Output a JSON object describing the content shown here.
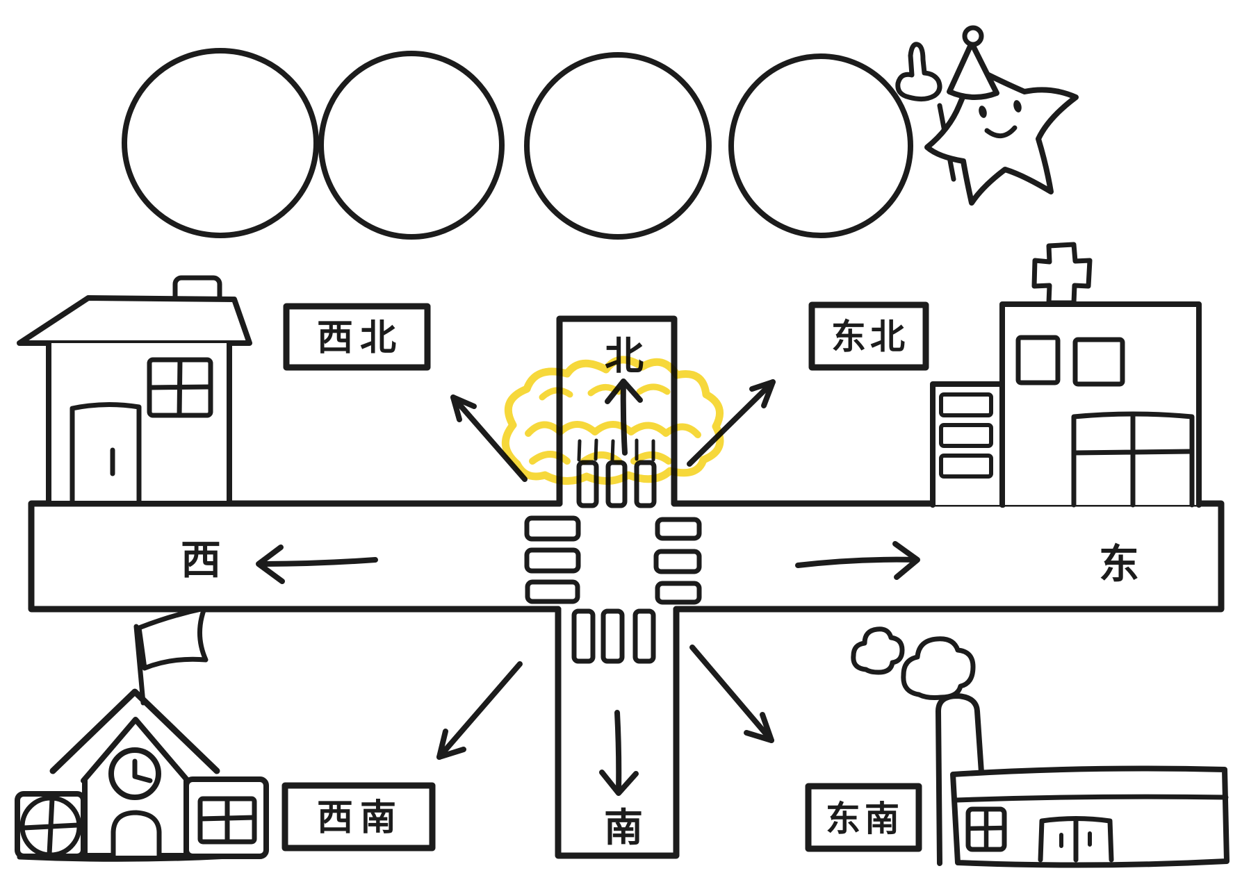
{
  "colors": {
    "ink": "#1c1c1c",
    "highlight_yellow": "#f6d52a",
    "paper": "#ffffff"
  },
  "compass_labels": {
    "north": "北",
    "south": "南",
    "west": "西",
    "east": "东"
  },
  "corner_signs": {
    "northwest": "西北",
    "northeast": "东北",
    "southwest": "西南",
    "southeast": "东南"
  },
  "answer_circles": {
    "count": 4,
    "content": ""
  },
  "icons": {
    "mascot": "star-teacher-icon",
    "northwest_building": "house-icon",
    "northeast_building": "hospital-icon",
    "southwest_building": "school-icon",
    "southeast_building": "factory-icon",
    "center_mark": "yellow-cloud-scribble",
    "crossing": "zebra-crosswalk"
  }
}
